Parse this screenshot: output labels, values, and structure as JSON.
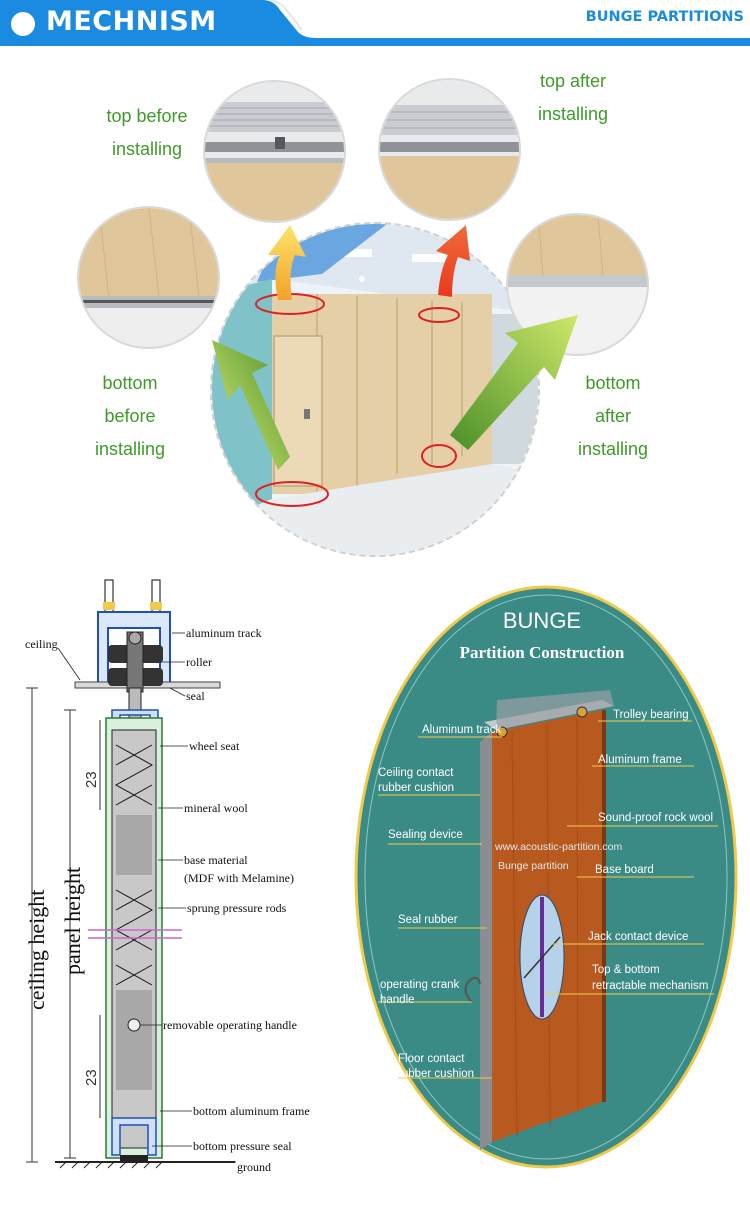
{
  "header": {
    "title": "MECHNISM",
    "brand": "BUNGE PARTITIONS",
    "accent": "#1a8be0"
  },
  "install_labels": {
    "top_before": [
      "top before",
      "installing"
    ],
    "top_after": [
      "top after",
      "installing"
    ],
    "bottom_before": [
      "bottom",
      "before",
      "installing"
    ],
    "bottom_after": [
      "bottom",
      "after",
      "installing"
    ]
  },
  "section": {
    "labels": {
      "ceiling": "ceiling",
      "aluminum_track": "aluminum track",
      "roller": "roller",
      "seal": "seal",
      "wheel_seat": "wheel seat",
      "mineral_wool": "mineral wool",
      "base_material": "base material",
      "base_material_note": "(MDF with Melamine)",
      "sprung_rods": "sprung pressure rods",
      "operating_handle": "removable operating handle",
      "bottom_frame": "bottom aluminum frame",
      "bottom_seal": "bottom pressure seal",
      "ground": "ground"
    },
    "ceiling_height": "ceiling height",
    "panel_height": "panel height",
    "dim_top": "23",
    "dim_bottom": "23"
  },
  "construction": {
    "brand": "BUNGE",
    "title": "Partition Construction",
    "url": "www.acoustic-partition.com",
    "panel_text": "Bunge partition",
    "left_labels": {
      "aluminum_track": "Aluminum track",
      "ceiling_contact_1": "Ceiling contact",
      "ceiling_contact_2": "rubber cushion",
      "sealing_device": "Sealing device",
      "seal_rubber": "Seal rubber",
      "crank_1": "operating crank",
      "crank_2": "handle",
      "floor_contact_1": "Floor contact",
      "floor_contact_2": "rubber cushion"
    },
    "right_labels": {
      "trolley_bearing": "Trolley bearing",
      "aluminum_frame": "Aluminum frame",
      "rock_wool": "Sound-proof rock wool",
      "base_board": "Base board",
      "jack_contact": "Jack contact device",
      "retractable_1": "Top & bottom",
      "retractable_2": "retractable mechanism"
    },
    "bg_color": "#3a8a86"
  }
}
